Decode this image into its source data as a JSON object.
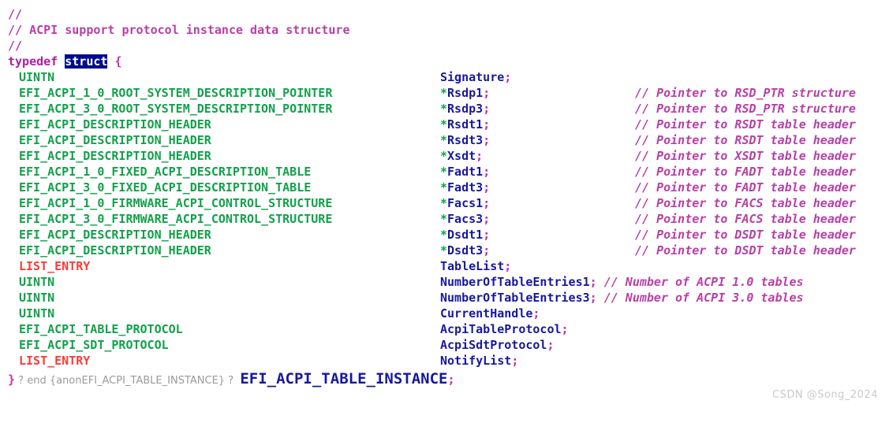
{
  "editor": {
    "language": "c",
    "background": "#ffffff",
    "colors": {
      "comment": "#b83fa8",
      "keyword": "#b01ea0",
      "type": "#12a14b",
      "type_alt": "#fb3b36",
      "variable": "#18189c",
      "punctuation": "#c030b0",
      "selection_bg": "#000a8c",
      "selection_fg": "#ffffff",
      "fold_hint": "#9a9a9a",
      "watermark": "#c9c9c9"
    }
  },
  "header_comments": {
    "line1": "//",
    "line2": "// ACPI support protocol instance data structure",
    "line3": "//"
  },
  "typedef_line": {
    "keyword": "typedef",
    "selected_keyword": "struct",
    "open_brace": "{"
  },
  "members": [
    {
      "type": "UINTN",
      "type_color": "green",
      "star": "",
      "name": "Signature",
      "semi": ";",
      "comment": "",
      "comment_inline": false
    },
    {
      "type": "EFI_ACPI_1_0_ROOT_SYSTEM_DESCRIPTION_POINTER",
      "type_color": "green",
      "star": "*",
      "name": "Rsdp1",
      "semi": ";",
      "comment": "// Pointer to RSD_PTR structure",
      "comment_inline": false
    },
    {
      "type": "EFI_ACPI_3_0_ROOT_SYSTEM_DESCRIPTION_POINTER",
      "type_color": "green",
      "star": "*",
      "name": "Rsdp3",
      "semi": ";",
      "comment": "// Pointer to RSD_PTR structure",
      "comment_inline": false
    },
    {
      "type": "EFI_ACPI_DESCRIPTION_HEADER",
      "type_color": "green",
      "star": "*",
      "name": "Rsdt1",
      "semi": ";",
      "comment": "// Pointer to RSDT table header",
      "comment_inline": false
    },
    {
      "type": "EFI_ACPI_DESCRIPTION_HEADER",
      "type_color": "green",
      "star": "*",
      "name": "Rsdt3",
      "semi": ";",
      "comment": "// Pointer to RSDT table header",
      "comment_inline": false
    },
    {
      "type": "EFI_ACPI_DESCRIPTION_HEADER",
      "type_color": "green",
      "star": "*",
      "name": "Xsdt",
      "semi": ";",
      "comment": "// Pointer to XSDT table header",
      "comment_inline": false
    },
    {
      "type": "EFI_ACPI_1_0_FIXED_ACPI_DESCRIPTION_TABLE",
      "type_color": "green",
      "star": "*",
      "name": "Fadt1",
      "semi": ";",
      "comment": "// Pointer to FADT table header",
      "comment_inline": false
    },
    {
      "type": "EFI_ACPI_3_0_FIXED_ACPI_DESCRIPTION_TABLE",
      "type_color": "green",
      "star": "*",
      "name": "Fadt3",
      "semi": ";",
      "comment": "// Pointer to FADT table header",
      "comment_inline": false
    },
    {
      "type": "EFI_ACPI_1_0_FIRMWARE_ACPI_CONTROL_STRUCTURE",
      "type_color": "green",
      "star": "*",
      "name": "Facs1",
      "semi": ";",
      "comment": "// Pointer to FACS table header",
      "comment_inline": false
    },
    {
      "type": "EFI_ACPI_3_0_FIRMWARE_ACPI_CONTROL_STRUCTURE",
      "type_color": "green",
      "star": "*",
      "name": "Facs3",
      "semi": ";",
      "comment": "// Pointer to FACS table header",
      "comment_inline": false
    },
    {
      "type": "EFI_ACPI_DESCRIPTION_HEADER",
      "type_color": "green",
      "star": "*",
      "name": "Dsdt1",
      "semi": ";",
      "comment": "// Pointer to DSDT table header",
      "comment_inline": false
    },
    {
      "type": "EFI_ACPI_DESCRIPTION_HEADER",
      "type_color": "green",
      "star": "*",
      "name": "Dsdt3",
      "semi": ";",
      "comment": "// Pointer to DSDT table header",
      "comment_inline": false
    },
    {
      "type": "LIST_ENTRY",
      "type_color": "red",
      "star": "",
      "name": "TableList",
      "semi": ";",
      "comment": "",
      "comment_inline": false
    },
    {
      "type": "UINTN",
      "type_color": "green",
      "star": "",
      "name": "NumberOfTableEntries1",
      "semi": ";",
      "comment": "// Number of ACPI 1.0 tables",
      "comment_inline": true
    },
    {
      "type": "UINTN",
      "type_color": "green",
      "star": "",
      "name": "NumberOfTableEntries3",
      "semi": ";",
      "comment": "// Number of ACPI 3.0 tables",
      "comment_inline": true
    },
    {
      "type": "UINTN",
      "type_color": "green",
      "star": "",
      "name": "CurrentHandle",
      "semi": ";",
      "comment": "",
      "comment_inline": false
    },
    {
      "type": "EFI_ACPI_TABLE_PROTOCOL",
      "type_color": "green",
      "star": "",
      "name": "AcpiTableProtocol",
      "semi": ";",
      "comment": "",
      "comment_inline": false
    },
    {
      "type": "EFI_ACPI_SDT_PROTOCOL",
      "type_color": "green",
      "star": "",
      "name": "AcpiSdtProtocol",
      "semi": ";",
      "comment": "",
      "comment_inline": false
    },
    {
      "type": "LIST_ENTRY",
      "type_color": "red",
      "star": "",
      "name": "NotifyList",
      "semi": ";",
      "comment": "",
      "comment_inline": false
    }
  ],
  "closing_line": {
    "close_brace": "}",
    "fold_hint": "? end {anonEFI_ACPI_TABLE_INSTANCE} ?",
    "typedef_name": "EFI_ACPI_TABLE_INSTANCE",
    "semi": ";"
  },
  "watermark": {
    "text": "CSDN @Song_2024"
  }
}
